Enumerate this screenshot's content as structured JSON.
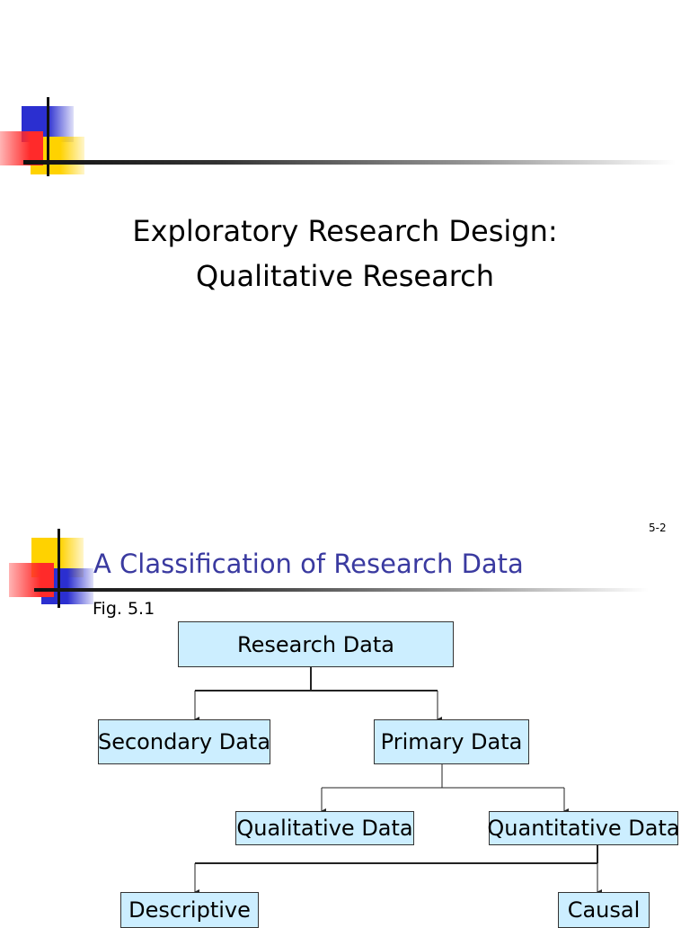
{
  "slide1": {
    "title_line1": "Exploratory Research Design:",
    "title_line2": "Qualitative Research"
  },
  "slide2": {
    "slide_number": "5-2",
    "title": "A Classification of Research Data",
    "figure_label": "Fig. 5.1",
    "diagram": {
      "nodes": {
        "research_data": "Research Data",
        "secondary_data": "Secondary Data",
        "primary_data": "Primary Data",
        "qualitative_data": "Qualitative Data",
        "quantitative_data": "Quantitative Data",
        "descriptive": "Descriptive",
        "causal": "Causal"
      },
      "edges": [
        [
          "Research Data",
          "Secondary Data"
        ],
        [
          "Research Data",
          "Primary Data"
        ],
        [
          "Primary Data",
          "Qualitative Data"
        ],
        [
          "Primary Data",
          "Quantitative Data"
        ],
        [
          "Quantitative Data",
          "Descriptive"
        ],
        [
          "Quantitative Data",
          "Causal"
        ]
      ]
    }
  },
  "colors": {
    "node_fill": "#cceeff",
    "title2_color": "#3a3aa0",
    "deco_blue": "#2b2fd0",
    "deco_yellow": "#ffd200",
    "deco_red": "#ff2a2a"
  }
}
